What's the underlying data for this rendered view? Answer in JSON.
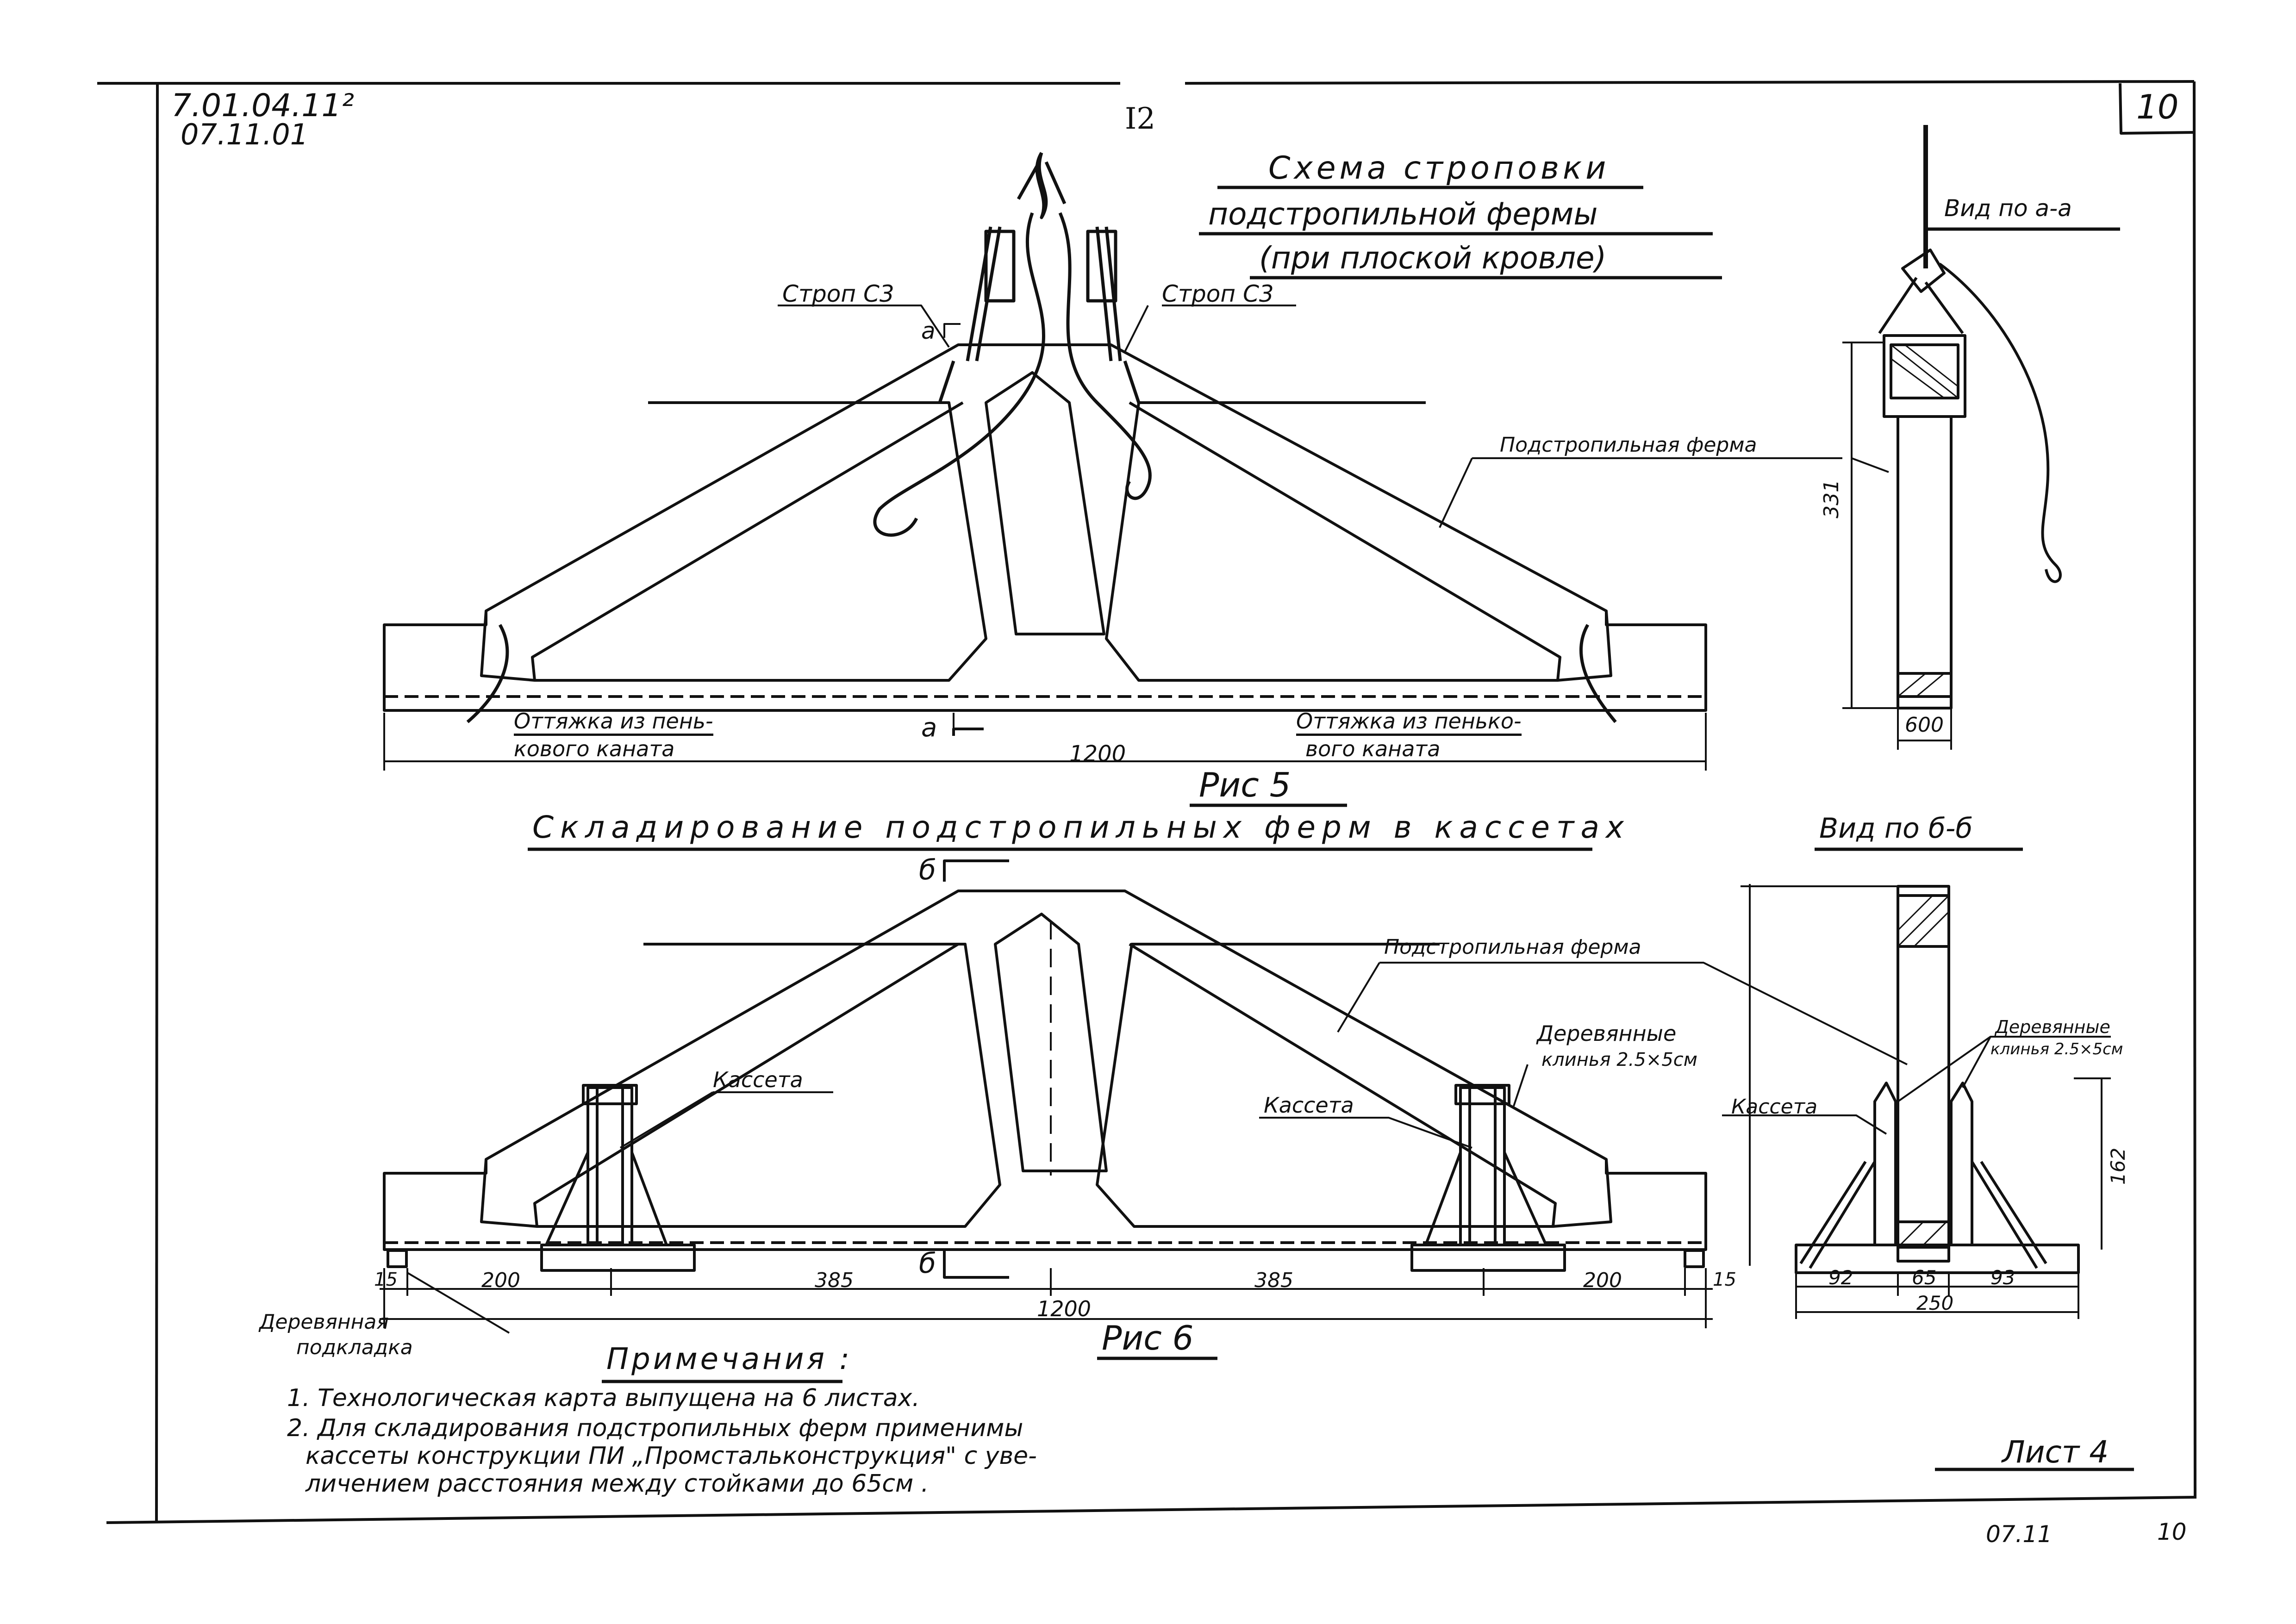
{
  "stamp": {
    "doc_code": "7.01.04.11²",
    "doc_date": "07.11.01",
    "sheet_box": "10",
    "page_num": "I2"
  },
  "fig5": {
    "title_line1": "Схема строповки",
    "title_line2": "подстропильной фермы",
    "title_line3": "(при плоской кровле)",
    "label_sling_left": "Строп С3",
    "label_sling_right": "Строп С3",
    "label_truss": "Подстропильная ферма",
    "label_guy_left_1": "Оттяжка из пень-",
    "label_guy_left_2": "кового каната",
    "label_guy_right_1": "Оттяжка из пенько-",
    "label_guy_right_2": "вого каната",
    "section_mark": "а",
    "dim_span": "1200",
    "caption": "Рис 5",
    "side_view_title": "Вид по а-а",
    "dim_height": "331",
    "dim_width": "600"
  },
  "fig6": {
    "title": "Складирование подстропильных ферм в кассетах",
    "section_mark": "б",
    "label_truss": "Подстропильная ферма",
    "label_cassette_left": "Кассета",
    "label_cassette_right": "Кассета",
    "label_wedges_1": "Деревянные",
    "label_wedges_2": "клинья 2.5×5см",
    "label_pad_1": "Деревянная",
    "label_pad_2": "подкладка",
    "dim_15_left": "15",
    "dim_200_left": "200",
    "dim_385_left": "385",
    "dim_385_right": "385",
    "dim_200_right": "200",
    "dim_15_right": "15",
    "dim_span": "1200",
    "caption": "Рис 6",
    "side_view_title": "Вид по б-б",
    "side_label_wedges_1": "Деревянные",
    "side_label_wedges_2": "клинья 2.5×5см",
    "side_label_cassette": "Кассета",
    "side_dim_height": "162",
    "side_dim_92": "92",
    "side_dim_65": "65",
    "side_dim_93": "93",
    "side_dim_250": "250"
  },
  "notes": {
    "heading": "Примечания :",
    "line1": "1. Технологическая карта выпущена на 6 листах.",
    "line2": "2. Для складирования подстропильных ферм применимы",
    "line3": "кассеты конструкции ПИ „Промстальконструкция\" с уве-",
    "line4": "личением расстояния между стойками до 65см ."
  },
  "footer": {
    "sheet_label": "Лист 4",
    "bottom_code": "07.11",
    "bottom_num": "10"
  }
}
